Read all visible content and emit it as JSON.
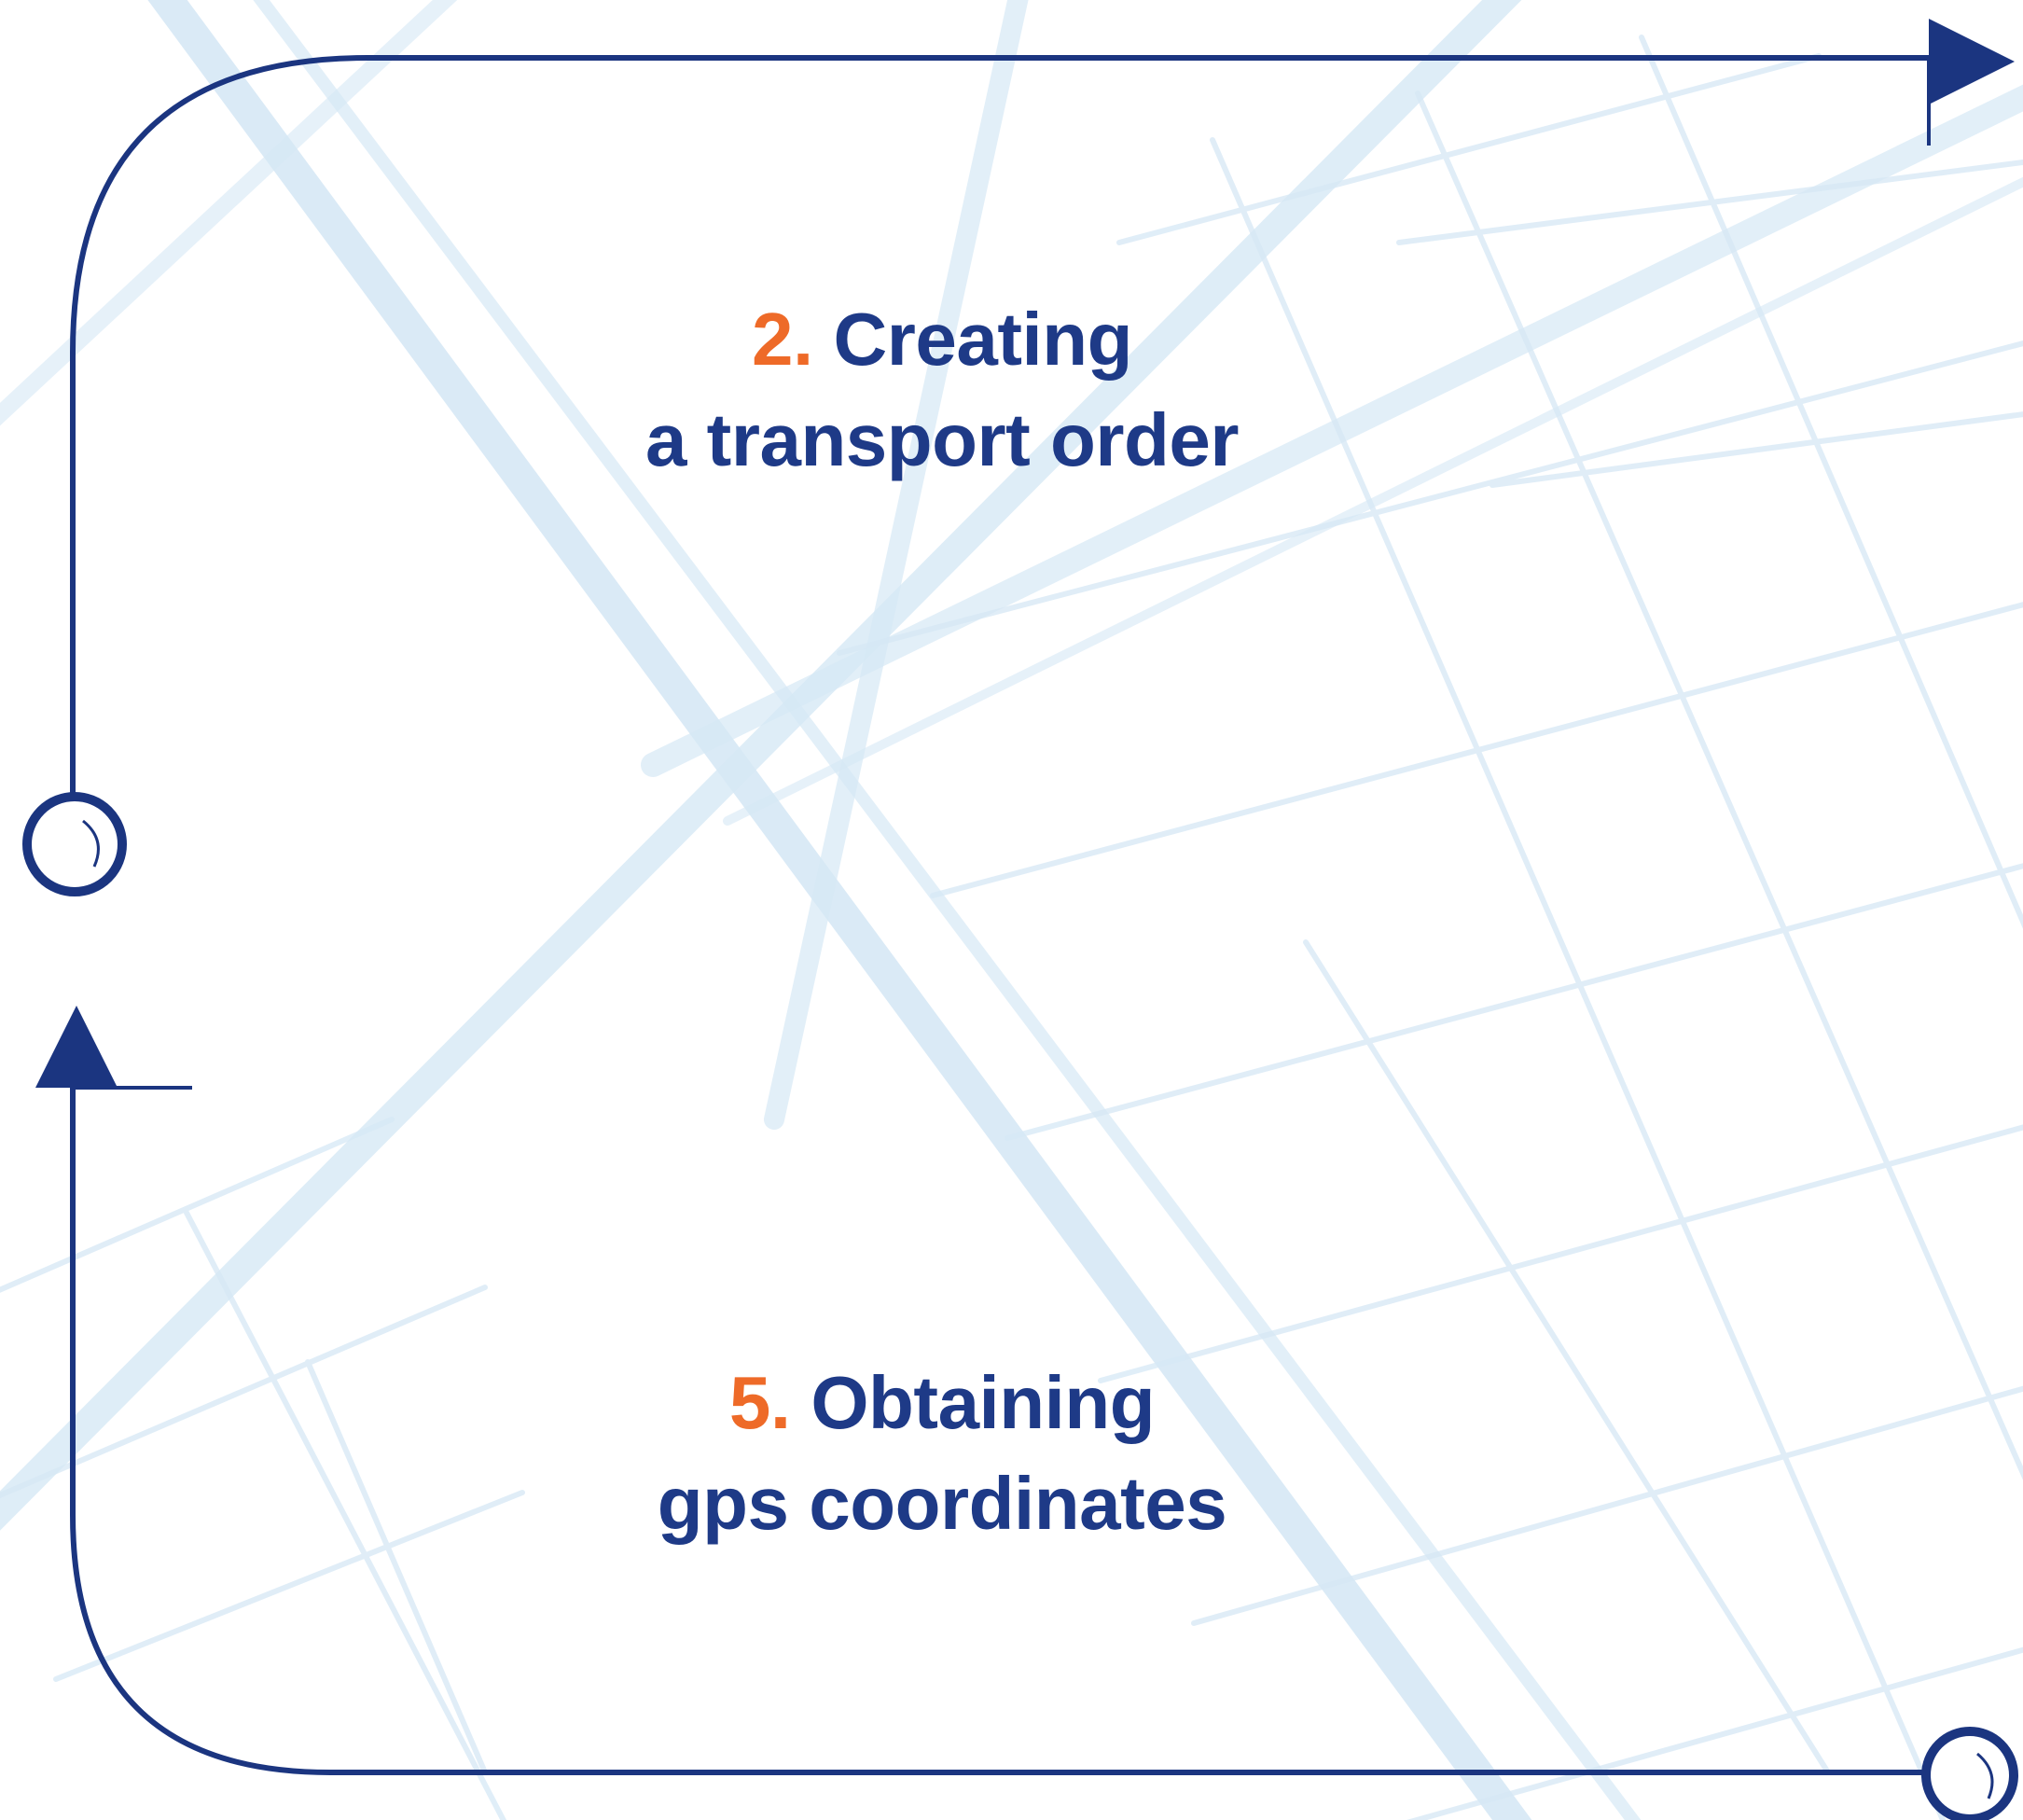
{
  "colors": {
    "line": "#1b3580",
    "text": "#1e3a87",
    "number": "#ee6a28",
    "map_streets": "#d6e8f5",
    "background": "#ffffff"
  },
  "steps": [
    {
      "number": "2.",
      "title": "Creating",
      "subtitle": "a transport order"
    },
    {
      "number": "5.",
      "title": "Obtaining",
      "subtitle": "gps coordinates"
    }
  ],
  "connectors": [
    {
      "name": "top-path",
      "end": "arrow-right",
      "start": "node-circle"
    },
    {
      "name": "bottom-path",
      "end": "arrow-up",
      "start": "node-circle"
    }
  ]
}
